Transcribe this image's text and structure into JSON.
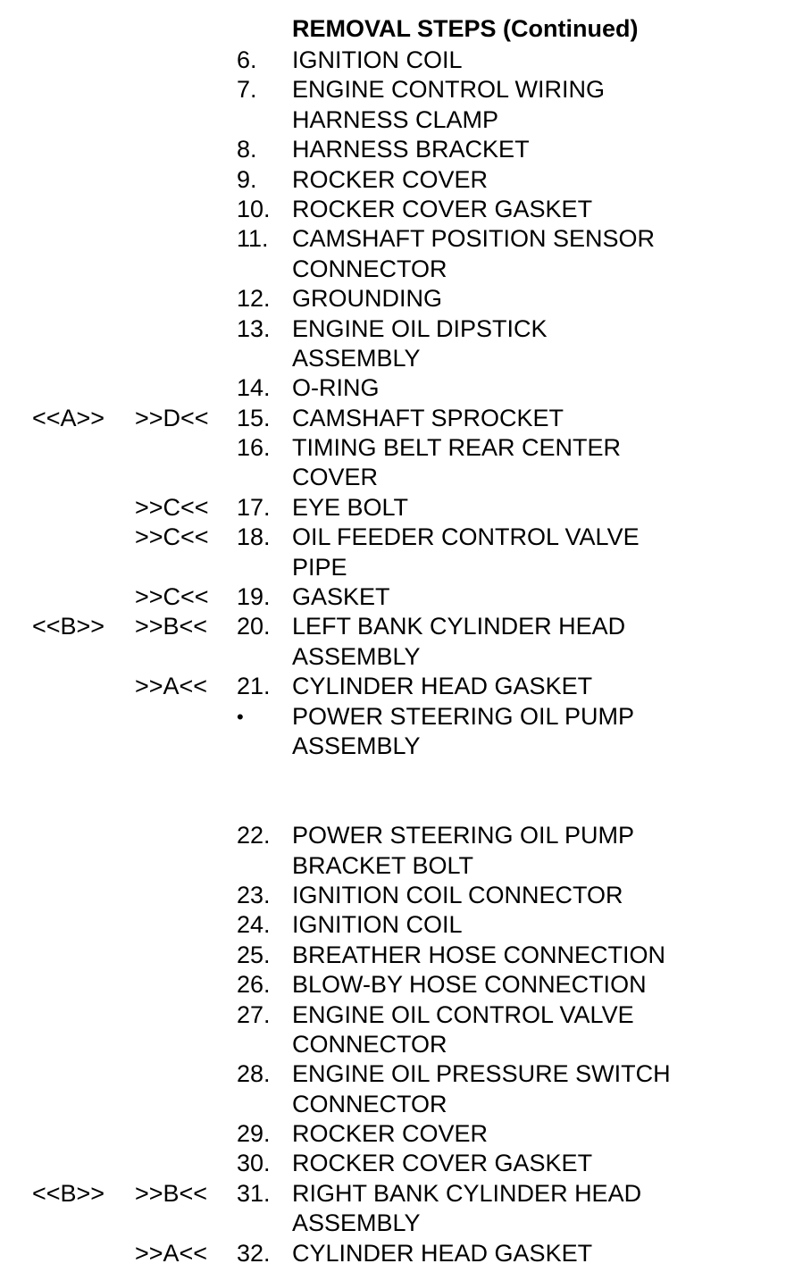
{
  "title": "REMOVAL STEPS (Continued)",
  "steps": [
    {
      "c1": "",
      "c2": "",
      "num": "6.",
      "text": "IGNITION COIL"
    },
    {
      "c1": "",
      "c2": "",
      "num": "7.",
      "text": "ENGINE CONTROL WIRING"
    },
    {
      "c1": "",
      "c2": "",
      "num": "",
      "text": "HARNESS CLAMP"
    },
    {
      "c1": "",
      "c2": "",
      "num": "8.",
      "text": "HARNESS BRACKET"
    },
    {
      "c1": "",
      "c2": "",
      "num": "9.",
      "text": "ROCKER COVER"
    },
    {
      "c1": "",
      "c2": "",
      "num": "10.",
      "text": "ROCKER COVER GASKET"
    },
    {
      "c1": "",
      "c2": "",
      "num": "11.",
      "text": "CAMSHAFT POSITION SENSOR"
    },
    {
      "c1": "",
      "c2": "",
      "num": "",
      "text": "CONNECTOR"
    },
    {
      "c1": "",
      "c2": "",
      "num": "12.",
      "text": "GROUNDING"
    },
    {
      "c1": "",
      "c2": "",
      "num": "13.",
      "text": "ENGINE OIL DIPSTICK"
    },
    {
      "c1": "",
      "c2": "",
      "num": "",
      "text": "ASSEMBLY"
    },
    {
      "c1": "",
      "c2": "",
      "num": "14.",
      "text": "O-RING"
    },
    {
      "c1": "<<A>>",
      "c2": ">>D<<",
      "num": "15.",
      "text": "CAMSHAFT SPROCKET"
    },
    {
      "c1": "",
      "c2": "",
      "num": "16.",
      "text": "TIMING BELT REAR CENTER"
    },
    {
      "c1": "",
      "c2": "",
      "num": "",
      "text": "COVER"
    },
    {
      "c1": "",
      "c2": ">>C<<",
      "num": "17.",
      "text": "EYE BOLT"
    },
    {
      "c1": "",
      "c2": ">>C<<",
      "num": "18.",
      "text": "OIL FEEDER CONTROL VALVE"
    },
    {
      "c1": "",
      "c2": "",
      "num": "",
      "text": "PIPE"
    },
    {
      "c1": "",
      "c2": ">>C<<",
      "num": "19.",
      "text": "GASKET"
    },
    {
      "c1": "<<B>>",
      "c2": ">>B<<",
      "num": "20.",
      "text": "LEFT BANK CYLINDER HEAD"
    },
    {
      "c1": "",
      "c2": "",
      "num": "",
      "text": "ASSEMBLY"
    },
    {
      "c1": "",
      "c2": ">>A<<",
      "num": "21.",
      "text": "CYLINDER HEAD GASKET"
    },
    {
      "c1": "",
      "c2": "",
      "num": "•",
      "text": "POWER STEERING OIL PUMP"
    },
    {
      "c1": "",
      "c2": "",
      "num": "",
      "text": "ASSEMBLY"
    },
    {
      "c1": "",
      "c2": "",
      "num": "",
      "text": ""
    },
    {
      "c1": "",
      "c2": "",
      "num": "",
      "text": ""
    },
    {
      "c1": "",
      "c2": "",
      "num": "22.",
      "text": "POWER STEERING OIL PUMP"
    },
    {
      "c1": "",
      "c2": "",
      "num": "",
      "text": "BRACKET BOLT"
    },
    {
      "c1": "",
      "c2": "",
      "num": "23.",
      "text": "IGNITION COIL CONNECTOR"
    },
    {
      "c1": "",
      "c2": "",
      "num": "24.",
      "text": "IGNITION COIL"
    },
    {
      "c1": "",
      "c2": "",
      "num": "25.",
      "text": "BREATHER HOSE CONNECTION"
    },
    {
      "c1": "",
      "c2": "",
      "num": "26.",
      "text": "BLOW-BY HOSE CONNECTION"
    },
    {
      "c1": "",
      "c2": "",
      "num": "27.",
      "text": "ENGINE OIL CONTROL VALVE"
    },
    {
      "c1": "",
      "c2": "",
      "num": "",
      "text": "CONNECTOR"
    },
    {
      "c1": "",
      "c2": "",
      "num": "28.",
      "text": "ENGINE OIL PRESSURE SWITCH"
    },
    {
      "c1": "",
      "c2": "",
      "num": "",
      "text": "CONNECTOR"
    },
    {
      "c1": "",
      "c2": "",
      "num": "29.",
      "text": "ROCKER COVER"
    },
    {
      "c1": "",
      "c2": "",
      "num": "30.",
      "text": "ROCKER COVER GASKET"
    },
    {
      "c1": "<<B>>",
      "c2": ">>B<<",
      "num": "31.",
      "text": "RIGHT BANK CYLINDER HEAD"
    },
    {
      "c1": "",
      "c2": "",
      "num": "",
      "text": "ASSEMBLY"
    },
    {
      "c1": "",
      "c2": ">>A<<",
      "num": "32.",
      "text": "CYLINDER HEAD GASKET"
    }
  ]
}
